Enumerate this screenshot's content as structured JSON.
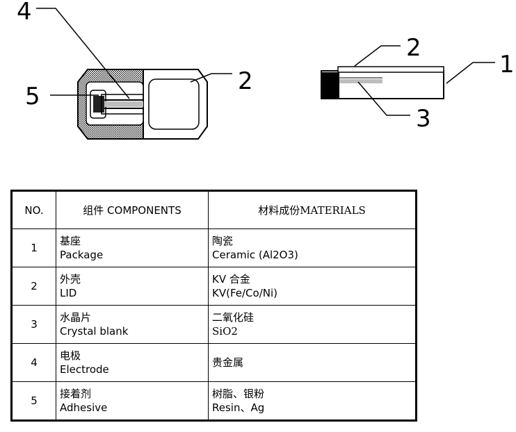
{
  "diagram": {
    "callouts_left": [
      "4",
      "5",
      "2"
    ],
    "callouts_right": [
      "2",
      "1",
      "3"
    ]
  },
  "table": {
    "headers": [
      "NO.",
      "组件 COMPONENTS",
      "材料成份MATERIALS"
    ],
    "rows": [
      {
        "no": "1",
        "component_zh": "基座",
        "component_en": "Package",
        "material_line1": "陶瓷",
        "material_line2": "Ceramic (Al2O3)"
      },
      {
        "no": "2",
        "component_zh": "外壳",
        "component_en": "LID",
        "material_line1": "KV 合金",
        "material_line2": "KV(Fe/Co/Ni)"
      },
      {
        "no": "3",
        "component_zh": "水晶片",
        "component_en": "Crystal blank",
        "material_line1": "二氧化硅",
        "material_line2": "SiO2"
      },
      {
        "no": "4",
        "component_zh": "电极",
        "component_en": "Electrode",
        "material_line1": "贵金属",
        "material_line2": ""
      },
      {
        "no": "5",
        "component_zh": "接着剂",
        "component_en": "Adhesive",
        "material_line1": "树脂、银粉",
        "material_line2": "Resin、Ag"
      }
    ]
  }
}
